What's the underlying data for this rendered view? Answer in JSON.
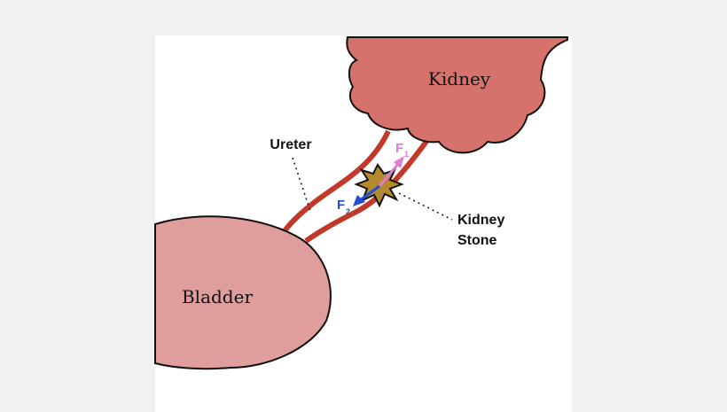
{
  "labels": {
    "kidney": "Kidney",
    "bladder": "Bladder",
    "ureter": "Ureter",
    "stone_line1": "Kidney",
    "stone_line2": "Stone"
  },
  "forces": {
    "f1_letter": "F",
    "f1_sub": "1",
    "f2_letter": "F",
    "f2_sub": "2"
  },
  "colors": {
    "kidney": "#d4726b",
    "bladder": "#df9d9c",
    "ureter_wall": "#c0392b",
    "stone": "#b58a2e",
    "force1": "#e17ad8",
    "force2": "#1f4fd6",
    "outline": "#111111",
    "background": "#f1f1f1"
  }
}
